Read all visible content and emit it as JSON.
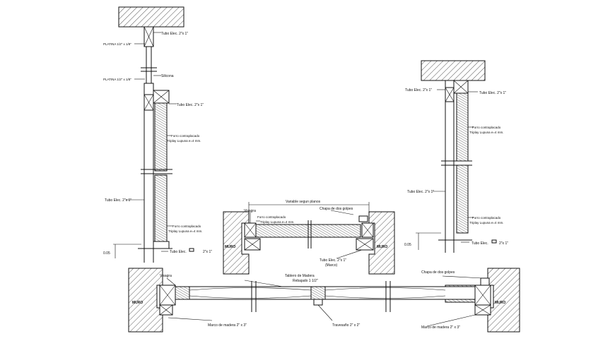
{
  "left_section": {
    "tubo_top": "Tubo Elec. 2\"x 1\"",
    "platina_1": "PLATINA 1/2\" x 1/8\"",
    "platina_2": "PLATINA 1/2\" x 1/8\"",
    "silicona": "Silicona",
    "tubo_mid": "Tubo Elec. 2\"x 1\"",
    "forro_top_1": "Forro contraplacado",
    "forro_top_2": "Triplay Lupuna e=4 mm.",
    "tubo_side": "Tubo Elec. 2\"x 1\"",
    "forro_bot_1": "Forro contraplacado",
    "forro_bot_2": "Triplay Lupuna e=4 mm.",
    "tubo_base": "Tubo Elec.",
    "tubo_base_dim": "2\"x 1\"",
    "height_dim": "0.05"
  },
  "middle_section": {
    "span_dim": "Variable segun planos",
    "visagra": "Visagra",
    "forro_1": "Forro contraplacado",
    "forro_2": "Triplay Lupuna e=4 mm.",
    "chapa": "Chapa de dos golpes",
    "muro_left": "MURO",
    "muro_right": "MURO",
    "tubo_1": "Tubo Elec. 2\"x 1\"",
    "tubo_2": "(Marco)"
  },
  "right_section": {
    "tubo_left": "Tubo Elec. 2\"x 1\"",
    "tubo_right": "Tubo Elec. 2\"x 1\"",
    "forro_top_1": "Forro contraplacado",
    "forro_top_2": "Triplay Lupuna e=4 mm.",
    "tubo_side": "Tubo Elec. 2\"x 1\"",
    "forro_bot_1": "Forro contraplacado",
    "forro_bot_2": "Triplay Lupuna e=4 mm.",
    "tubo_base": "Tubo Elec.",
    "tubo_base_dim": "2\"x 1\"",
    "height_dim": "0.05"
  },
  "bottom_section": {
    "visagra": "Visagra",
    "tablero_1": "Tablero de Madera",
    "tablero_2": "Rebajado 1 1/2\"",
    "chapa": "Chapa de dos golpes",
    "muro_left": "MURO",
    "muro_right": "MURO",
    "marco_left": "Marco de madera 2\" x 3\"",
    "travesano": "Travesaño 2\" x 2\"",
    "marco_right": "Marco de madera 2\" x 3\""
  }
}
